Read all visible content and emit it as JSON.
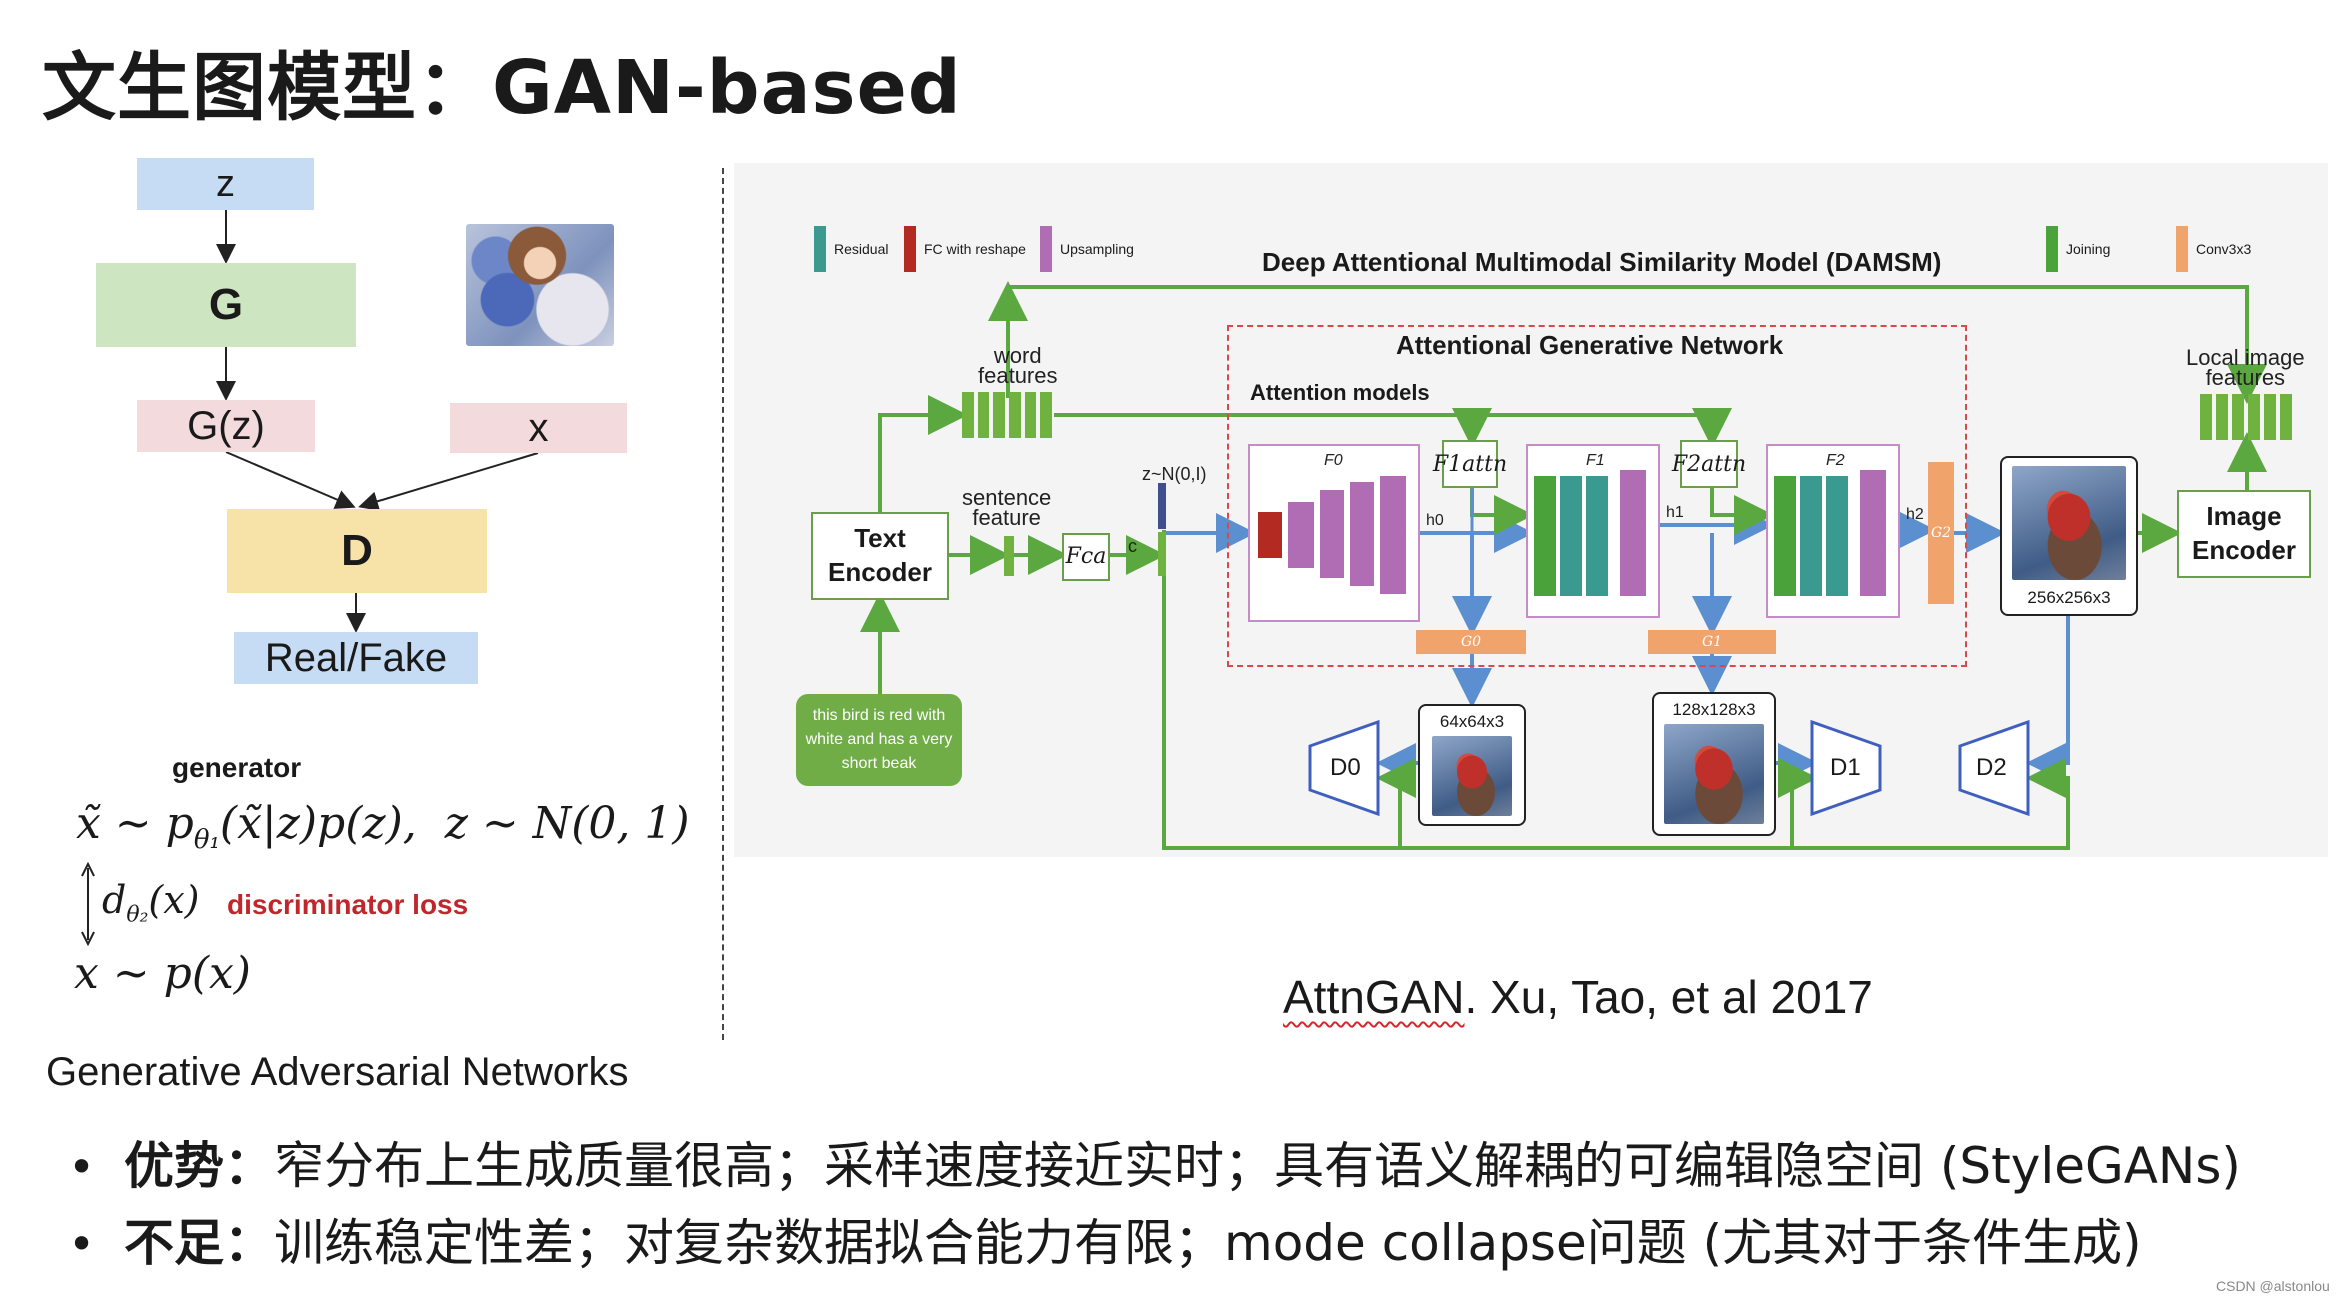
{
  "title": "文生图模型：GAN-based",
  "gan_diagram": {
    "z": "z",
    "g": "G",
    "gz": "G(z)",
    "x": "x",
    "d": "D",
    "output": "Real/Fake"
  },
  "formulas": {
    "generator_label": "generator",
    "generator_eq": "x̃ ∼ pθ₁(x̃|z)p(z),  z ∼ N(0, 1)",
    "discriminator_eq": "dθ₂(x)",
    "discriminator_label": "discriminator loss",
    "data_eq": "x ∼ p(x)"
  },
  "gan_caption": "Generative Adversarial Networks",
  "attngan": {
    "legend": {
      "residual": "Residual",
      "fc_reshape": "FC with reshape",
      "upsampling": "Upsampling",
      "joining": "Joining",
      "conv": "Conv3x3"
    },
    "damsm_title": "Deep Attentional Multimodal Similarity Model (DAMSM)",
    "agn_title": "Attentional Generative Network",
    "attention_models": "Attention models",
    "word_features": "word\nfeatures",
    "word_features_l1": "word",
    "word_features_l2": "features",
    "local_features_l1": "Local image",
    "local_features_l2": "features",
    "sentence_feature_l1": "sentence",
    "sentence_feature_l2": "feature",
    "text_encoder_l1": "Text",
    "text_encoder_l2": "Encoder",
    "image_encoder_l1": "Image",
    "image_encoder_l2": "Encoder",
    "fca": "Fca",
    "noise": "z~N(0,I)",
    "c": "c",
    "caption_input": "this bird is red with white and has a very short beak",
    "f0": "F0",
    "f1": "F1",
    "f2": "F2",
    "f1_attn": "F1attn",
    "f2_attn": "F2attn",
    "h0": "h0",
    "h1": "h1",
    "h2": "h2",
    "g0": "G0",
    "g1": "G1",
    "g2": "G2",
    "img0": "64x64x3",
    "img1": "128x128x3",
    "img2": "256x256x3",
    "d0": "D0",
    "d1": "D1",
    "d2": "D2",
    "colors": {
      "residual": "#3a9a8f",
      "fc": "#b22a22",
      "upsampling": "#b06db4",
      "joining": "#49a23a",
      "conv": "#f0a36b",
      "green_line": "#5aa83f",
      "blue_line": "#5b8fd0"
    }
  },
  "citation_pre": "AttnGAN",
  "citation_post": ". Xu, Tao, et al 2017",
  "bullets": [
    {
      "label": "优势：",
      "text": "窄分布上生成质量很高；采样速度接近实时；具有语义解耦的可编辑隐空间 (StyleGANs)"
    },
    {
      "label": "不足：",
      "text": "训练稳定性差；对复杂数据拟合能力有限；mode collapse问题 (尤其对于条件生成)"
    }
  ],
  "watermark": "CSDN @alstonlou"
}
